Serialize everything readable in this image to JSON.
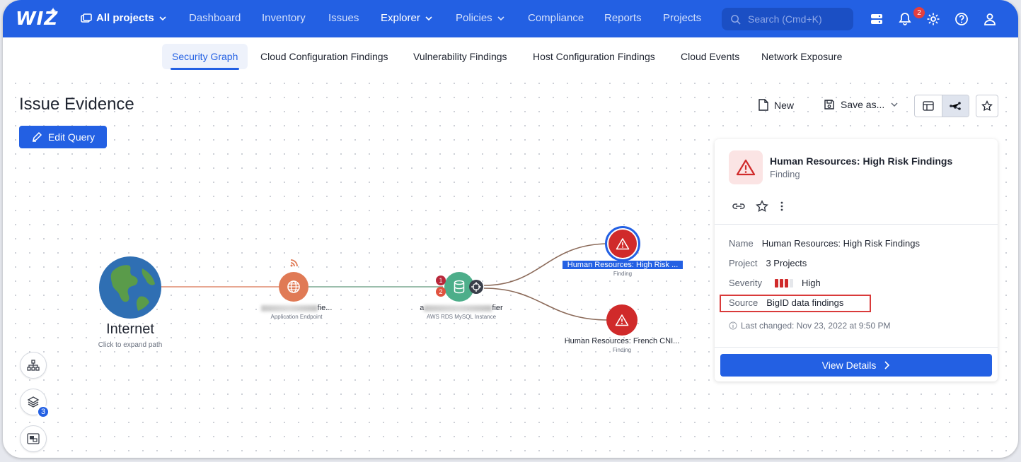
{
  "brand": {
    "logo": "WIZ"
  },
  "header": {
    "project_selector": "All projects",
    "nav": [
      "Dashboard",
      "Inventory",
      "Issues",
      "Explorer",
      "Policies",
      "Compliance",
      "Reports",
      "Projects"
    ],
    "search_placeholder": "Search (Cmd+K)",
    "notification_count": "2"
  },
  "tabs": [
    "Security Graph",
    "Cloud Configuration Findings",
    "Vulnerability Findings",
    "Host Configuration Findings",
    "Cloud Events",
    "Network Exposure"
  ],
  "page": {
    "title": "Issue Evidence",
    "edit_query": "Edit Query",
    "new_label": "New",
    "save_as_label": "Save as..."
  },
  "graph": {
    "internet": {
      "label": "Internet",
      "sub": "Click to expand path"
    },
    "endpoint": {
      "label_tail": "fie...",
      "sub": "Application Endpoint"
    },
    "rds": {
      "label_prefix": "a",
      "label_tail": "fier",
      "sub": "AWS RDS MySQL Instance",
      "counts": [
        "1",
        "2"
      ]
    },
    "finding1": {
      "label": "Human Resources: High Risk ...",
      "sub": "Finding"
    },
    "finding2": {
      "label": "Human Resources: French CNI...",
      "sub": "Finding"
    }
  },
  "side_controls": {
    "layers_count": "3"
  },
  "panel": {
    "title": "Human Resources: High Risk Findings",
    "type": "Finding",
    "rows": {
      "name": {
        "k": "Name",
        "v": "Human Resources: High Risk Findings"
      },
      "project": {
        "k": "Project",
        "v": "3 Projects"
      },
      "severity": {
        "k": "Severity",
        "v": "High"
      },
      "source": {
        "k": "Source",
        "v": "BigID data findings"
      }
    },
    "last_changed": "Last changed: Nov 23, 2022 at 9:50 PM",
    "view_details": "View Details"
  },
  "colors": {
    "accent": "#2360e3",
    "critical": "#d02a2a",
    "endpoint": "#e07a55",
    "rds": "#4dae8a"
  }
}
